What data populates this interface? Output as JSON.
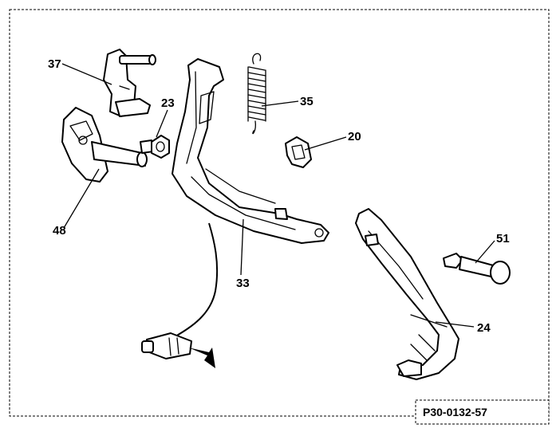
{
  "callouts": [
    {
      "id": "37",
      "text": "37"
    },
    {
      "id": "23",
      "text": "23"
    },
    {
      "id": "35",
      "text": "35"
    },
    {
      "id": "20",
      "text": "20"
    },
    {
      "id": "48",
      "text": "48"
    },
    {
      "id": "33",
      "text": "33"
    },
    {
      "id": "51",
      "text": "51"
    },
    {
      "id": "24",
      "text": "24"
    }
  ],
  "reference_code": "P30-0132-57",
  "colors": {
    "line": "#000000",
    "background": "#ffffff"
  }
}
